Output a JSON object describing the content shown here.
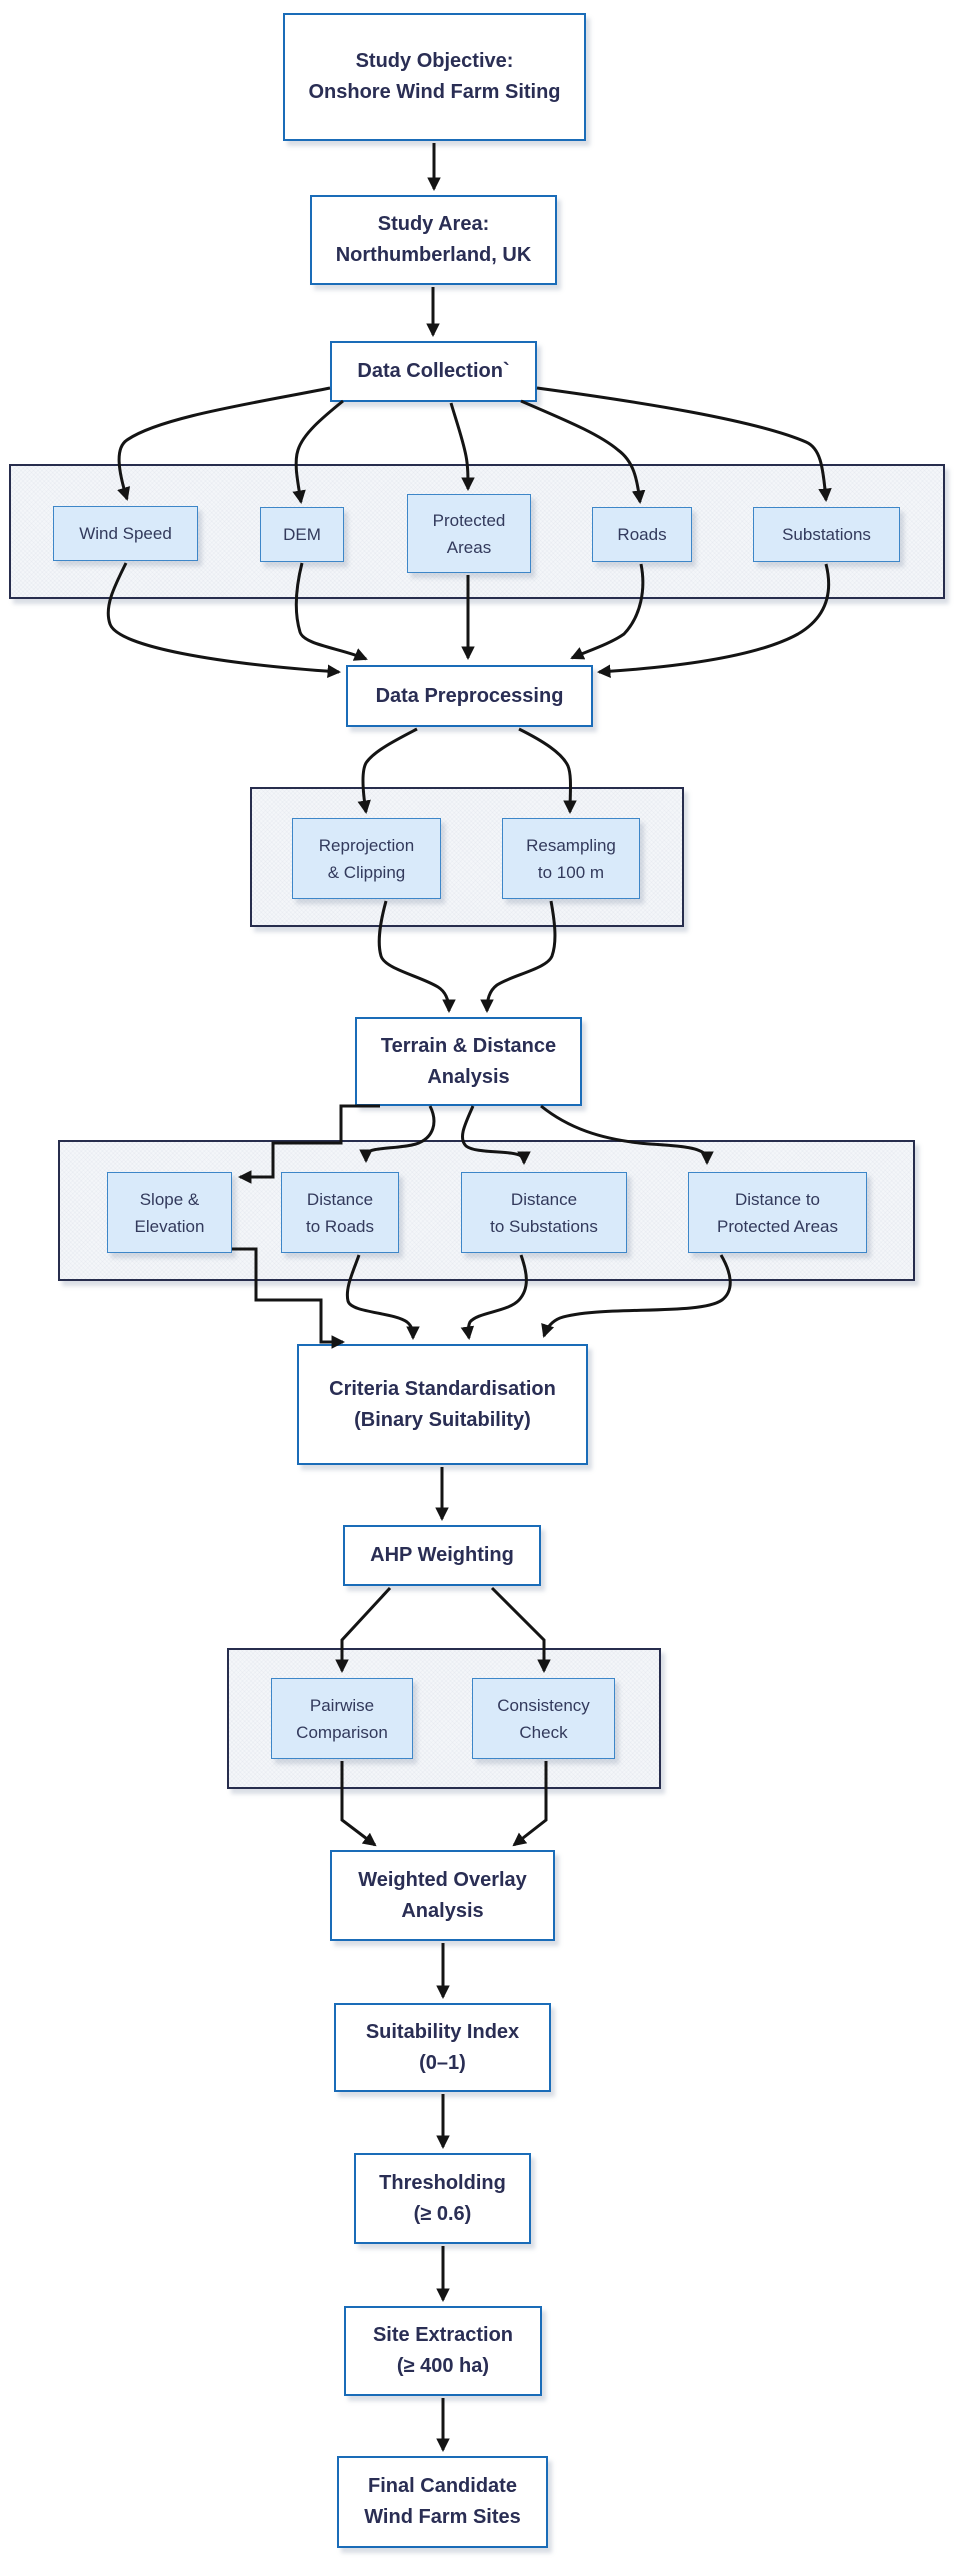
{
  "flowchart": {
    "colors": {
      "node_border": "#1a6cb8",
      "node_fill": "#ffffff",
      "node_text": "#2a2e54",
      "subnode_border": "#3d86c8",
      "subnode_fill": "#d9eafa",
      "subnode_text": "#333a5c",
      "container_border": "#272d4d",
      "container_fill": "#f4f6f9",
      "edge": "#141414",
      "background": "#ffffff"
    },
    "nodes": {
      "study_objective": "Study Objective:\nOnshore Wind Farm Siting",
      "study_area": "Study Area:\nNorthumberland, UK",
      "data_collection": "Data Collection`",
      "data_preprocessing": "Data Preprocessing",
      "terrain_distance": "Terrain & Distance\nAnalysis",
      "criteria_standardisation": "Criteria Standardisation\n(Binary Suitability)",
      "ahp_weighting": "AHP Weighting",
      "weighted_overlay": "Weighted Overlay\nAnalysis",
      "suitability_index": "Suitability Index\n(0–1)",
      "thresholding": "Thresholding\n(≥ 0.6)",
      "site_extraction": "Site Extraction\n(≥ 400 ha)",
      "final_sites": "Final Candidate\nWind Farm Sites"
    },
    "subnodes": {
      "wind_speed": "Wind Speed",
      "dem": "DEM",
      "protected_areas": "Protected\nAreas",
      "roads": "Roads",
      "substations": "Substations",
      "reprojection": "Reprojection\n& Clipping",
      "resampling": "Resampling\nto 100 m",
      "slope_elevation": "Slope &\nElevation",
      "dist_roads": "Distance\nto Roads",
      "dist_substations": "Distance\nto Substations",
      "dist_protected": "Distance to\nProtected Areas",
      "pairwise": "Pairwise\nComparison",
      "consistency": "Consistency\nCheck"
    }
  }
}
